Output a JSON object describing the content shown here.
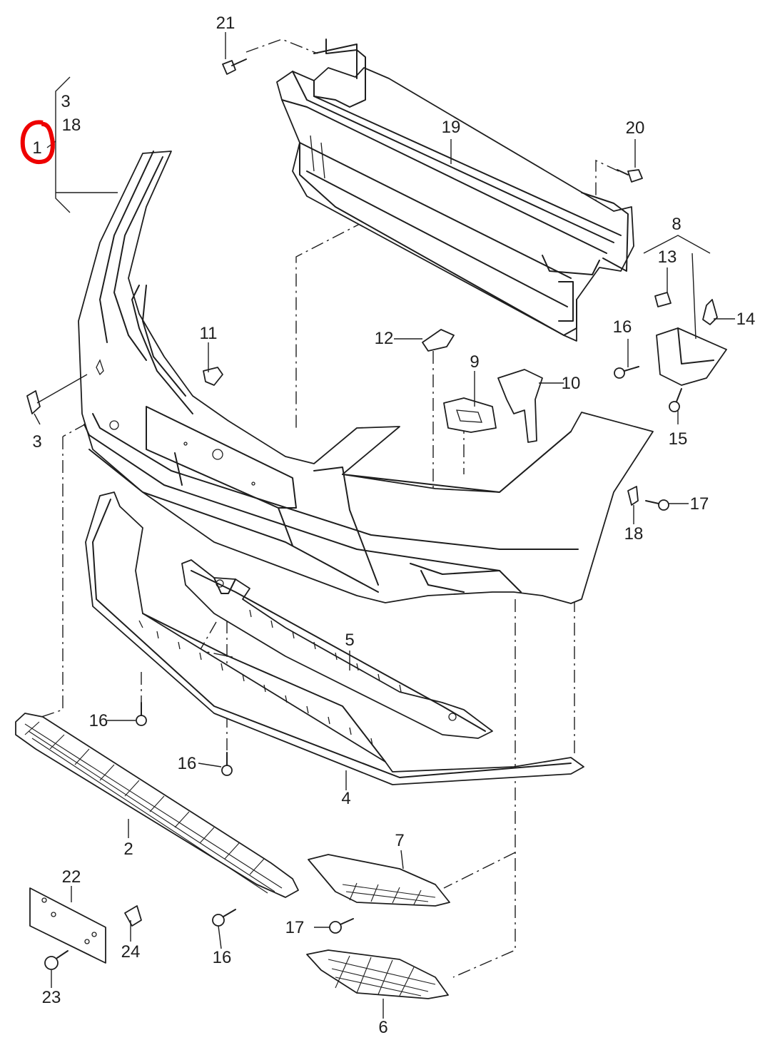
{
  "callouts": {
    "c1": "1",
    "c2": "2",
    "c3a": "3",
    "c3b": "3",
    "c4": "4",
    "c5": "5",
    "c6": "6",
    "c7": "7",
    "c8": "8",
    "c9": "9",
    "c10": "10",
    "c11": "11",
    "c12": "12",
    "c13": "13",
    "c14": "14",
    "c15": "15",
    "c16a": "16",
    "c16b": "16",
    "c16c": "16",
    "c16d": "16",
    "c17a": "17",
    "c17b": "17",
    "c18a": "18",
    "c18b": "18",
    "c19": "19",
    "c20": "20",
    "c21": "21",
    "c22": "22",
    "c23": "23",
    "c24": "24"
  },
  "highlight": {
    "target": "1",
    "color": "#ee0000"
  }
}
